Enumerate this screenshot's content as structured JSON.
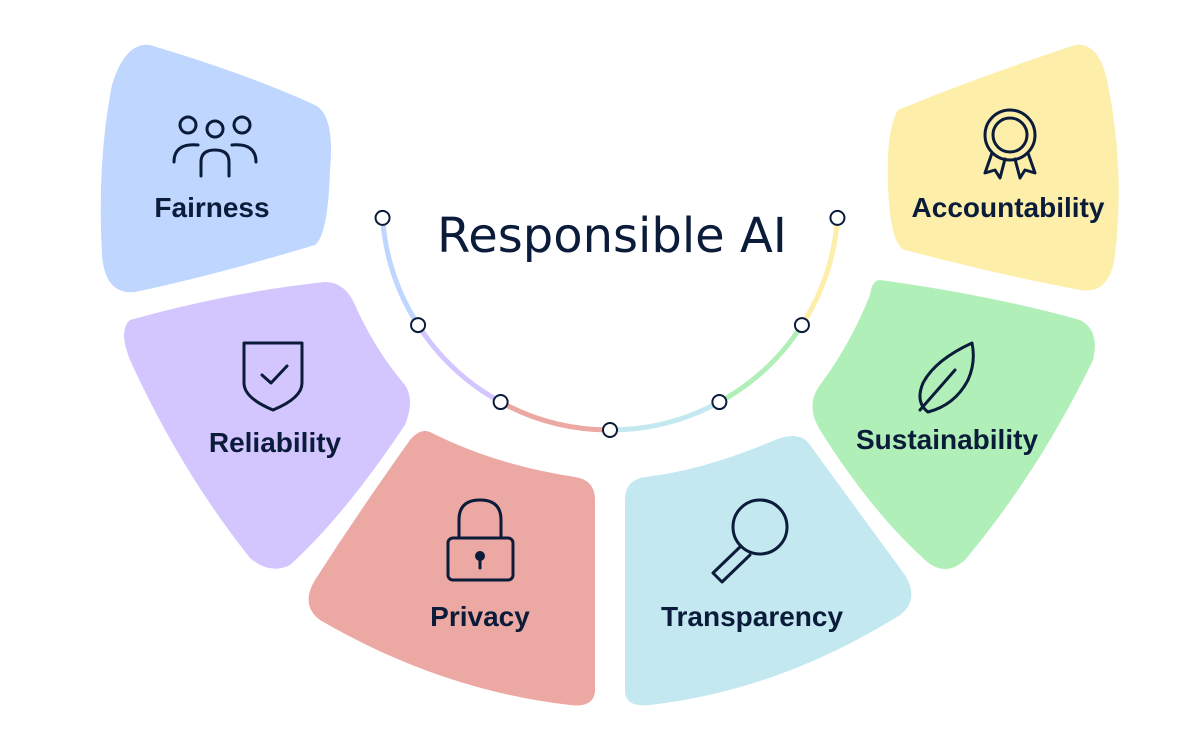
{
  "title": "Responsible AI",
  "segments": [
    {
      "id": "fairness",
      "label": "Fairness",
      "icon": "people-icon",
      "color": "#bfd7ff"
    },
    {
      "id": "reliability",
      "label": "Reliability",
      "icon": "shield-check-icon",
      "color": "#d3c6ff"
    },
    {
      "id": "privacy",
      "label": "Privacy",
      "icon": "padlock-icon",
      "color": "#eca8a3"
    },
    {
      "id": "transparency",
      "label": "Transparency",
      "icon": "magnifying-glass-icon",
      "color": "#c4e8f0"
    },
    {
      "id": "sustainability",
      "label": "Sustainability",
      "icon": "leaf-icon",
      "color": "#b0efb8"
    },
    {
      "id": "accountability",
      "label": "Accountability",
      "icon": "award-ribbon-icon",
      "color": "#fdeeaa"
    }
  ],
  "arc_colors": [
    "#bfd7ff",
    "#d3c6ff",
    "#eca8a3",
    "#c4e8f0",
    "#b0efb8",
    "#fdeeaa"
  ]
}
